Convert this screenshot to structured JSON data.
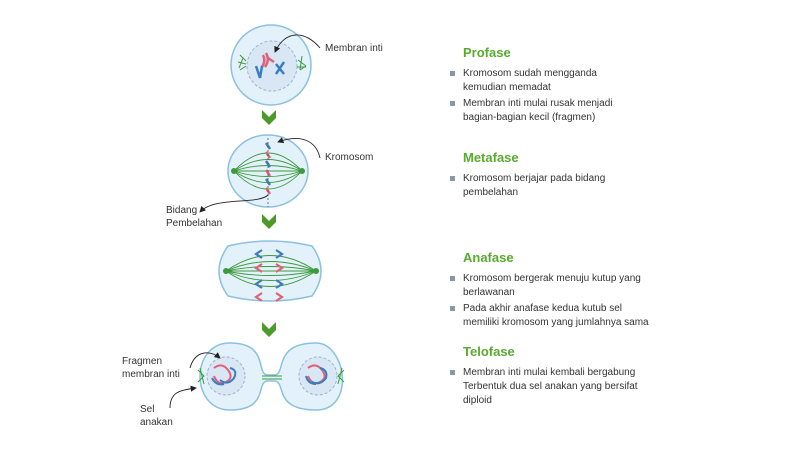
{
  "labels": {
    "membran_inti": "Membran inti",
    "kromosom": "Kromosom",
    "bidang_line1": "Bidang",
    "bidang_line2": "Pembelahan",
    "fragmen_line1": "Fragmen",
    "fragmen_line2": "membran inti",
    "sel_line1": "Sel",
    "sel_line2": "anakan"
  },
  "phases": [
    {
      "title": "Profase",
      "points": [
        [
          "Kromosom sudah mengganda",
          "kemudian memadat"
        ],
        [
          "Membran inti mulai rusak menjadi",
          "bagian-bagian kecil (fragmen)"
        ]
      ]
    },
    {
      "title": "Metafase",
      "points": [
        [
          "Kromosom berjajar pada bidang",
          "pembelahan"
        ]
      ]
    },
    {
      "title": "Anafase",
      "points": [
        [
          "Kromosom bergerak menuju kutup yang",
          "berlawanan"
        ],
        [
          "Pada akhir anafase kedua kutub sel",
          "memiliki kromosom yang jumlahnya sama"
        ]
      ]
    },
    {
      "title": "Telofase",
      "points": [
        [
          "Membran inti mulai kembali bergabung"
        ],
        [
          "Terbentuk dua sel anakan yang bersifat",
          "diploid"
        ]
      ]
    }
  ],
  "colors": {
    "cell_fill": "#e3f1fa",
    "cell_stroke": "#8cc0e0",
    "nucleus_fill": "#d9e6f3",
    "spindle": "#3c9a3c",
    "arrow_green": "#4c9a2a",
    "chrom_red": "#e0607a",
    "chrom_blue": "#3a7ec0",
    "title_green": "#5aaa32"
  }
}
